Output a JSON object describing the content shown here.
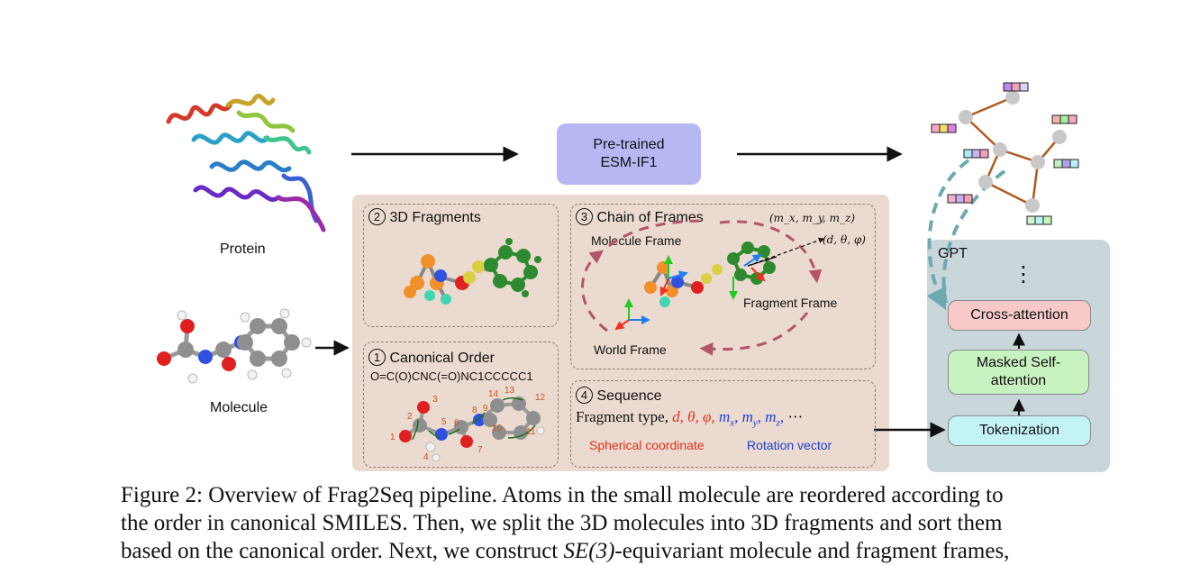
{
  "protein_label": "Protein",
  "molecule_label": "Molecule",
  "esm": {
    "line1": "Pre-trained",
    "line2": "ESM-IF1"
  },
  "fragments_box": {
    "num": "2",
    "title": "3D Fragments"
  },
  "frames_box": {
    "num": "3",
    "title": "Chain of Frames",
    "molecule_frame": "Molecule Frame",
    "fragment_frame": "Fragment Frame",
    "world_frame": "World Frame",
    "rot_label": "(m_x, m_y, m_z)",
    "sph_label": "(d, θ, φ)"
  },
  "canonical_box": {
    "num": "1",
    "title": "Canonical Order",
    "smiles": "O=C(O)CNC(=O)NC1CCCCC1",
    "atom_numbers": [
      "1",
      "2",
      "3",
      "4",
      "5",
      "6",
      "7",
      "8",
      "9",
      "10",
      "11",
      "12",
      "13",
      "14"
    ]
  },
  "sequence_box": {
    "num": "4",
    "title": "Sequence",
    "seq_prefix": "Fragment type,",
    "seq_red": "d, θ, φ,",
    "seq_blue_mx": "m",
    "seq_blue_mx_sub": "x",
    "seq_blue_my": "m",
    "seq_blue_my_sub": "y",
    "seq_blue_mz": "m",
    "seq_blue_mz_sub": "z",
    "seq_tail": "···",
    "legend_red": "Spherical coordinate",
    "legend_blue": "Rotation vector"
  },
  "gpt": {
    "title": "GPT",
    "dots": "⋮",
    "cross_attention": "Cross-attention",
    "masked_self_1": "Masked Self-",
    "masked_self_2": "attention",
    "tokenization": "Tokenization"
  },
  "caption": {
    "line1": "Figure 2: Overview of Frag2Seq pipeline. Atoms in the small molecule are reordered according to",
    "line2": "the order in canonical SMILES. Then, we split the 3D molecules into 3D fragments and sort them",
    "line3_a": "based on the canonical order. Next, we construct",
    "line3_math": "SE(3)",
    "line3_b": "-equivariant molecule and fragment frames,"
  },
  "colors": {
    "panel_bg": "#eadad0",
    "gpt_bg": "#c9d7db",
    "esm_bg": "#b7b7f4",
    "cross_bg": "#f7c9c9",
    "masked_bg": "#c8f2c0",
    "token_bg": "#c4f3f6",
    "orbit": "#b3546a",
    "spherical_red": "#e0311b",
    "rotation_blue": "#2040d0",
    "graph_edge": "#b05a1e",
    "dashed_arrow": "#6ea9b0"
  }
}
